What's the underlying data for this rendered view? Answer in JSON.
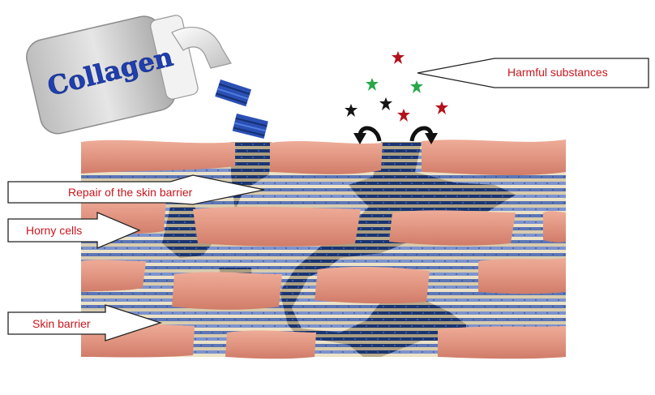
{
  "bottle": {
    "label": "Collagen"
  },
  "callouts": {
    "harmful": "Harmful substances",
    "repair": "Repair of the skin barrier",
    "horny": "Horny cells",
    "barrier": "Skin barrier"
  },
  "colors": {
    "label_red": "#c8171e",
    "cell_salmon": "#e59a86",
    "collagen_navy": "#1d3a78",
    "lipid_blue": "#6d86c4",
    "lipid_tan": "#c9b48c",
    "bottle_body": "#c9c9c9",
    "bottle_text": "#1f3fb0"
  },
  "icons": [
    "collagen-bottle-icon",
    "collagen-particle-icon",
    "harmful-substance-star-icon",
    "deflect-arrow-icon"
  ]
}
